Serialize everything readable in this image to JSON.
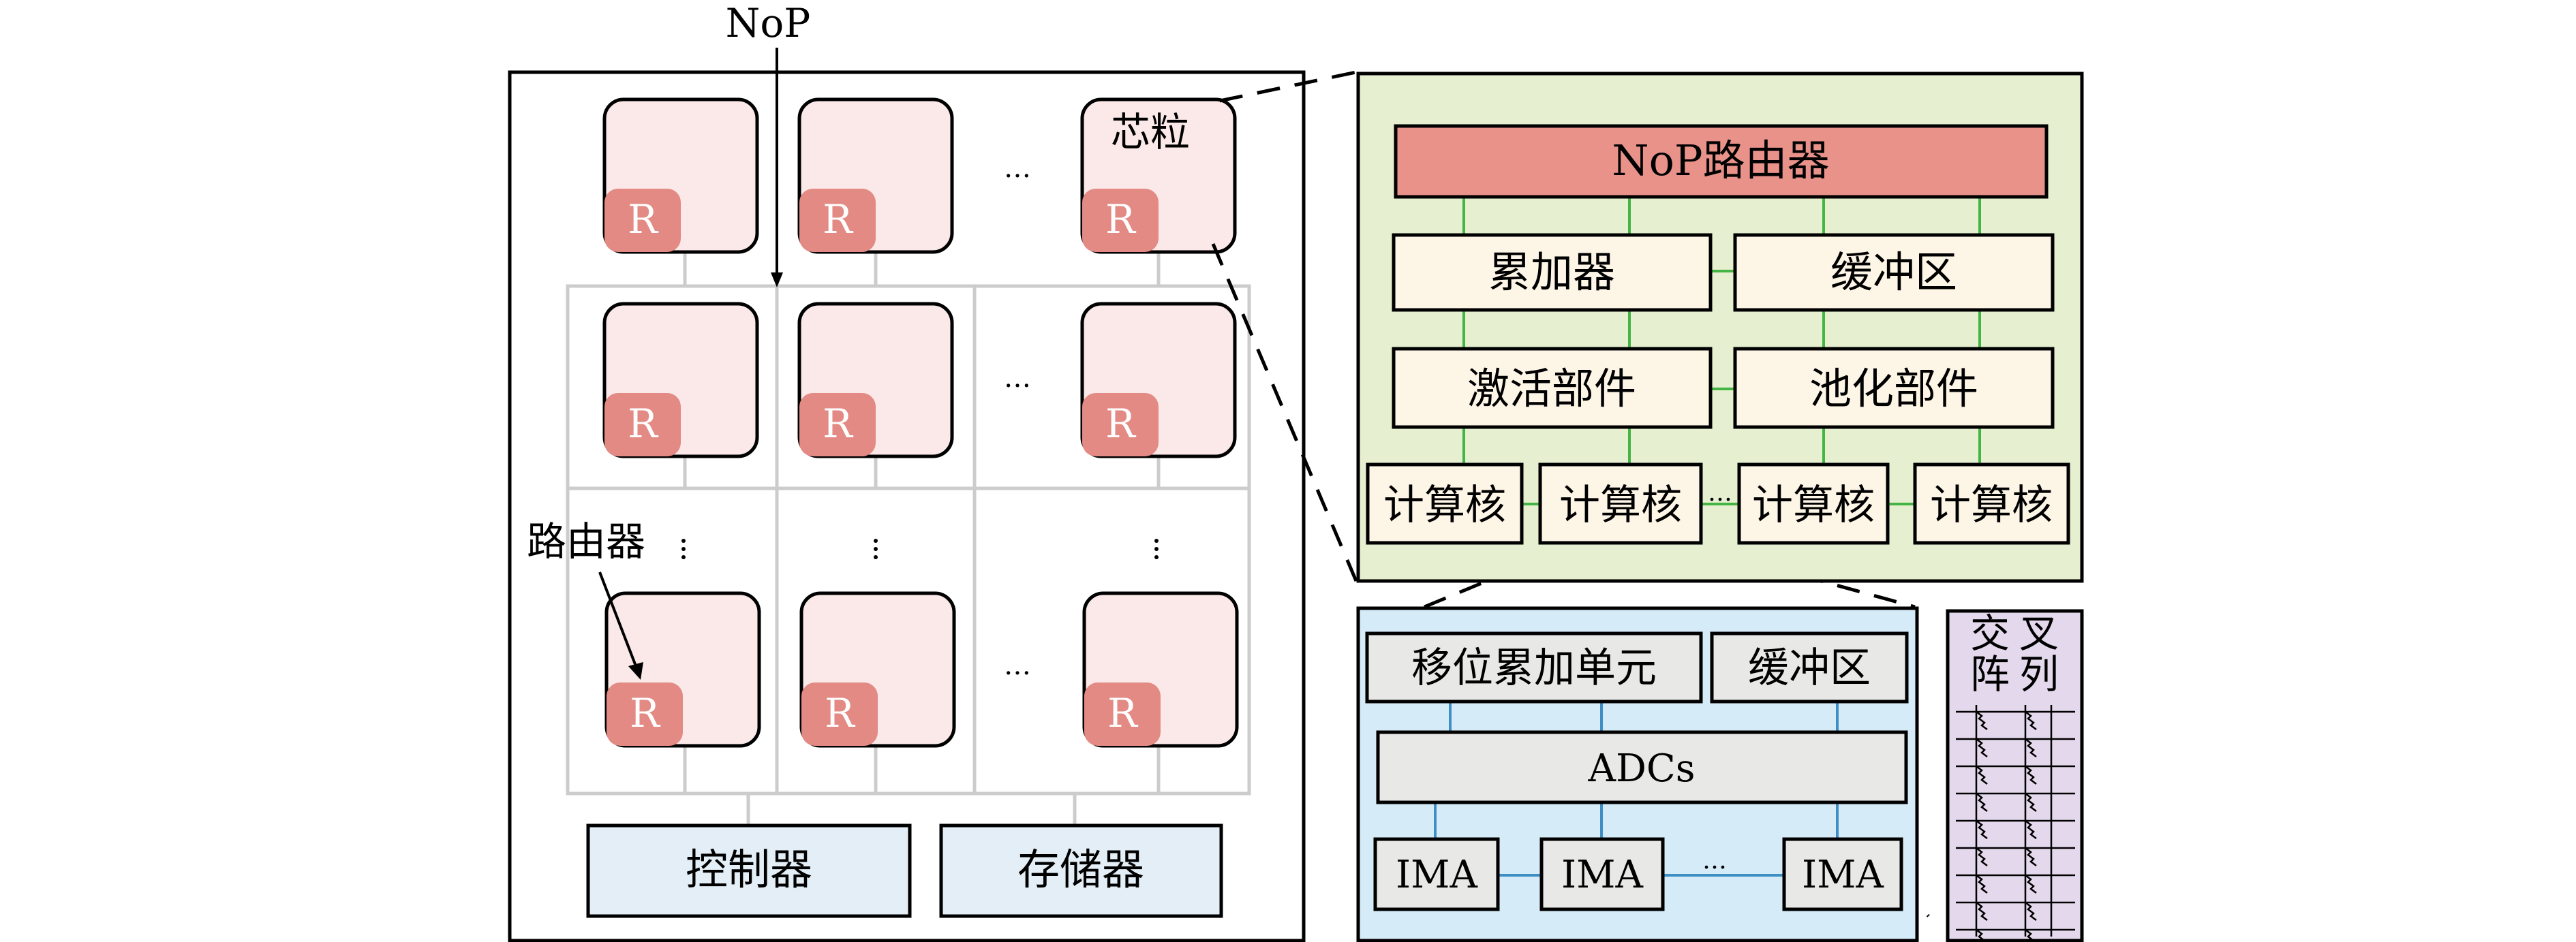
{
  "top_label": "NoP",
  "package": {
    "chiplet_label": "芯粒",
    "router_label": "路由器",
    "router_tag": "R",
    "ellipsis": "…",
    "controller": "控制器",
    "memory": "存储器"
  },
  "chiplet_detail": {
    "nop_router": "NoP路由器",
    "accumulator": "累加器",
    "buffer": "缓冲区",
    "activation": "激活部件",
    "pooling": "池化部件",
    "cores": [
      "计算核",
      "计算核",
      "计算核",
      "计算核"
    ],
    "ellipsis": "…"
  },
  "core_detail": {
    "shift_add": "移位累加单元",
    "buffer": "缓冲区",
    "adcs": "ADCs",
    "imas": [
      "IMA",
      "IMA",
      "IMA"
    ],
    "ellipsis": "…"
  },
  "crossbar": {
    "label_line1": "交叉",
    "label_line2": "阵列"
  },
  "colors": {
    "chiplet_fill": "#fbe9e9",
    "router_fill": "#e28a83",
    "nop_router_fill": "#e8928a",
    "chiplet_panel_fill": "#e6f0d0",
    "unit_fill": "#fdf5e6",
    "core_panel_fill": "#d6ebf8",
    "core_unit_fill": "#e8e8e6",
    "ctrl_fill": "#e4eef6",
    "crossbar_fill": "#e4d8ec",
    "green_wire": "#44b444",
    "blue_wire": "#3d8fc4",
    "grid_line": "#cccccc"
  }
}
